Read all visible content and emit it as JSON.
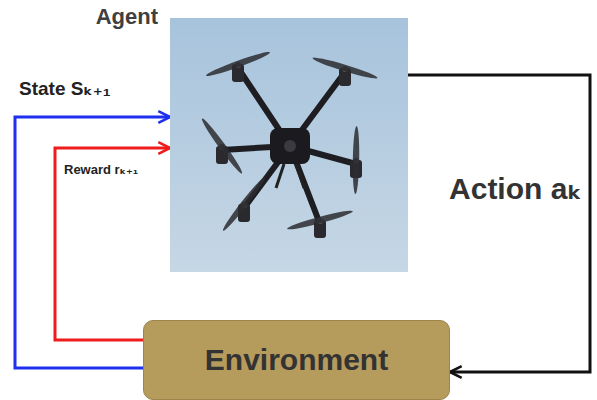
{
  "diagram": {
    "nodes": [
      {
        "text": [
          "Agent"
        ]
      },
      {
        "text": [
          "Environment"
        ]
      }
    ],
    "edges": [
      {
        "from": 0,
        "to": 1,
        "arrow": "to",
        "label": "Action aₖ"
      },
      {
        "from": 1,
        "to": 0,
        "arrow": "to",
        "label": "State Sₖ₊₁"
      },
      {
        "from": 1,
        "to": 0,
        "arrow": "to",
        "label": "Reward rₖ₊₁"
      }
    ]
  }
}
